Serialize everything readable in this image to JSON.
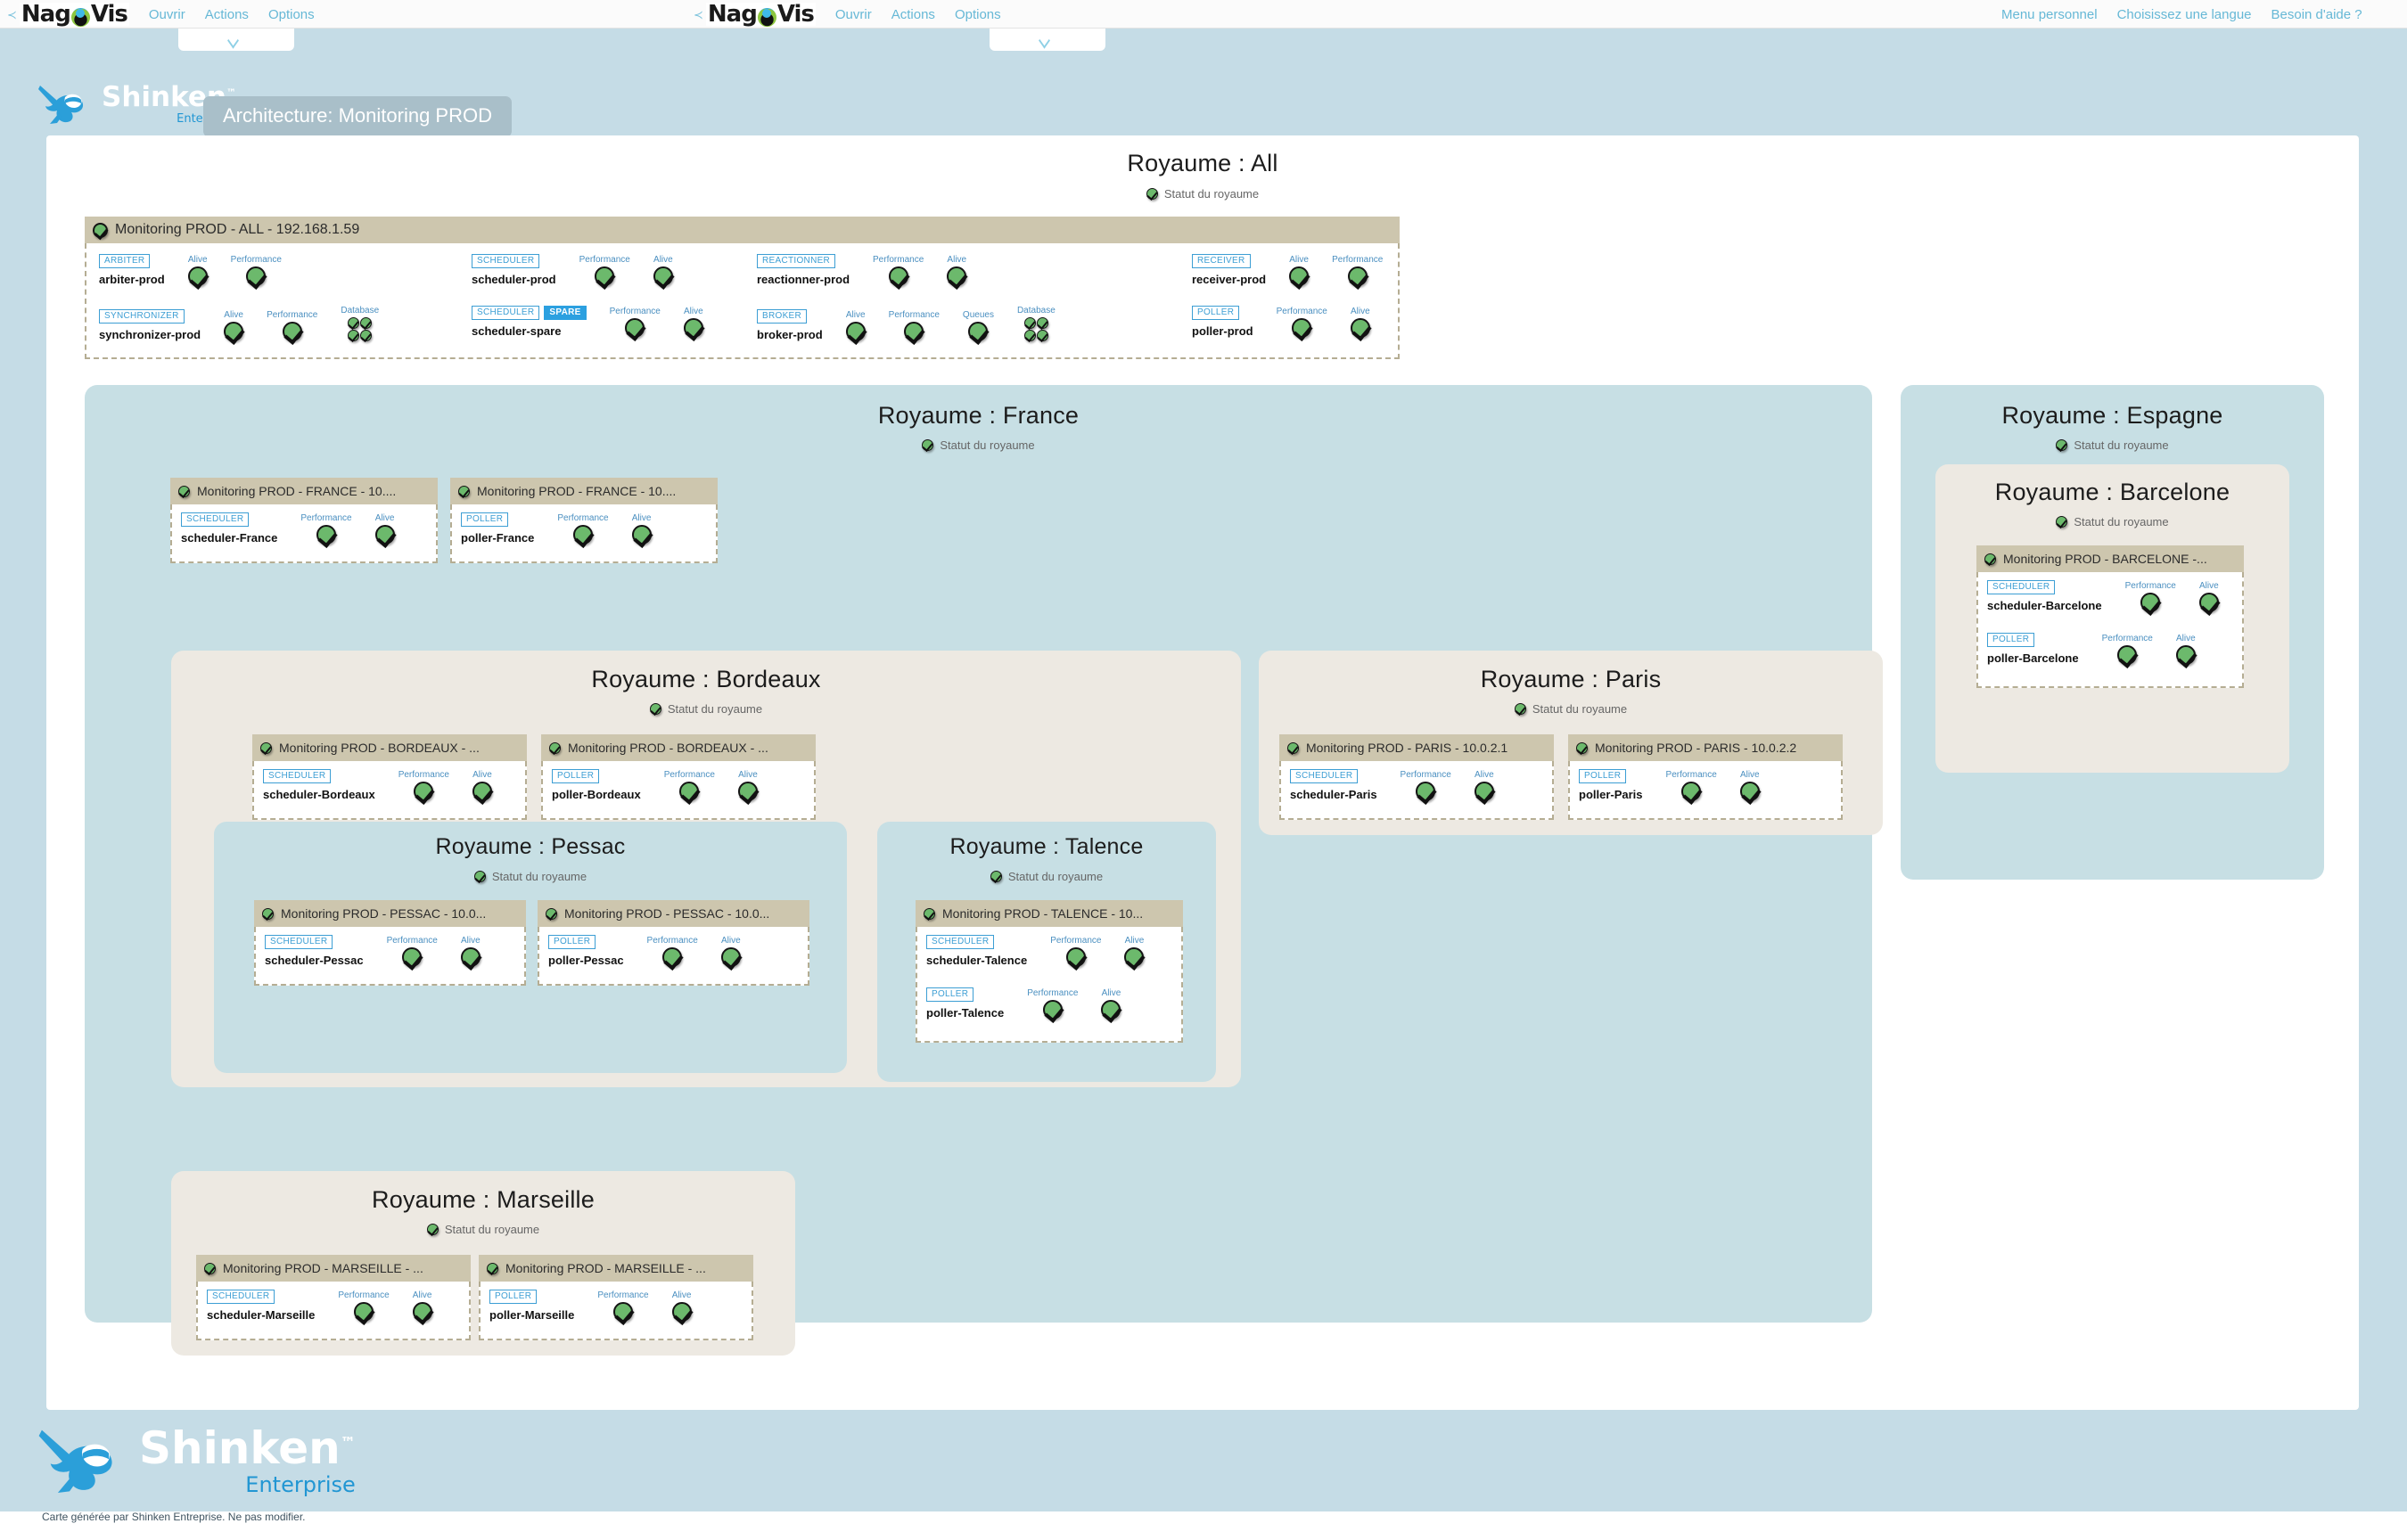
{
  "topnav": {
    "collapse_glyph": "≺",
    "logo_text_left": "Nag",
    "logo_text_right": "Vis",
    "links": [
      "Ouvrir",
      "Actions",
      "Options"
    ],
    "right_links": [
      "Menu personnel",
      "Choisissez une langue",
      "Besoin d'aide ?"
    ]
  },
  "brand": {
    "name": "Shinken",
    "tm": "™",
    "sub": "Enterprise",
    "map_title": "Architecture: Monitoring PROD"
  },
  "footer": {
    "name": "Shinken",
    "tm": "™",
    "sub": "Enterprise",
    "note": "Carte générée par Shinken Entreprise. Ne pas modifier."
  },
  "status_label": "Statut du royaume",
  "labels": {
    "alive": "Alive",
    "performance": "Performance",
    "queues": "Queues",
    "database": "Database"
  },
  "colors": {
    "panel_blue": "#c7dfe4",
    "panel_beige": "#ede9e2",
    "host_header": "#cdc6ae",
    "tag_blue": "#3c9ed4",
    "spare_blue": "#2ca0e0",
    "status_green": "#6cb96c",
    "page_bg": "#c5dce6",
    "nav_link": "#66b8d6"
  },
  "royaumes": {
    "all": {
      "title": "Royaume : All",
      "host": "Monitoring PROD - ALL - 192.168.1.59",
      "daemons": [
        {
          "tags": [
            "ARBITER"
          ],
          "name": "arbiter-prod",
          "metrics": [
            {
              "label": "Alive",
              "kind": "single"
            },
            {
              "label": "Performance",
              "kind": "single"
            }
          ]
        },
        {
          "tags": [
            "SCHEDULER"
          ],
          "name": "scheduler-prod",
          "metrics": [
            {
              "label": "Performance",
              "kind": "single"
            },
            {
              "label": "Alive",
              "kind": "single"
            }
          ]
        },
        {
          "tags": [
            "REACTIONNER"
          ],
          "name": "reactionner-prod",
          "metrics": [
            {
              "label": "Performance",
              "kind": "single"
            },
            {
              "label": "Alive",
              "kind": "single"
            }
          ]
        },
        {
          "tags": [
            "RECEIVER"
          ],
          "name": "receiver-prod",
          "metrics": [
            {
              "label": "Alive",
              "kind": "single"
            },
            {
              "label": "Performance",
              "kind": "single"
            }
          ]
        },
        {
          "tags": [
            "SYNCHRONIZER"
          ],
          "name": "synchronizer-prod",
          "metrics": [
            {
              "label": "Alive",
              "kind": "single"
            },
            {
              "label": "Performance",
              "kind": "single"
            },
            {
              "label": "Database",
              "kind": "quad"
            }
          ]
        },
        {
          "tags": [
            "SCHEDULER",
            "SPARE"
          ],
          "name": "scheduler-spare",
          "metrics": [
            {
              "label": "Performance",
              "kind": "single"
            },
            {
              "label": "Alive",
              "kind": "single"
            }
          ]
        },
        {
          "tags": [
            "BROKER"
          ],
          "name": "broker-prod",
          "metrics": [
            {
              "label": "Alive",
              "kind": "single"
            },
            {
              "label": "Performance",
              "kind": "single"
            },
            {
              "label": "Queues",
              "kind": "single"
            },
            {
              "label": "Database",
              "kind": "quad"
            }
          ]
        },
        {
          "tags": [
            "POLLER"
          ],
          "name": "poller-prod",
          "metrics": [
            {
              "label": "Performance",
              "kind": "single"
            },
            {
              "label": "Alive",
              "kind": "single"
            }
          ]
        }
      ]
    },
    "france": {
      "title": "Royaume : France",
      "hosts": [
        {
          "header": "Monitoring PROD - FRANCE - 10....",
          "daemons": [
            {
              "tags": [
                "SCHEDULER"
              ],
              "name": "scheduler-France",
              "metrics": [
                {
                  "label": "Performance"
                },
                {
                  "label": "Alive"
                }
              ]
            }
          ]
        },
        {
          "header": "Monitoring PROD - FRANCE - 10....",
          "daemons": [
            {
              "tags": [
                "POLLER"
              ],
              "name": "poller-France",
              "metrics": [
                {
                  "label": "Performance"
                },
                {
                  "label": "Alive"
                }
              ]
            }
          ]
        }
      ]
    },
    "bordeaux": {
      "title": "Royaume : Bordeaux",
      "hosts": [
        {
          "header": "Monitoring PROD - BORDEAUX - ...",
          "daemons": [
            {
              "tags": [
                "SCHEDULER"
              ],
              "name": "scheduler-Bordeaux",
              "metrics": [
                {
                  "label": "Performance"
                },
                {
                  "label": "Alive"
                }
              ]
            }
          ]
        },
        {
          "header": "Monitoring PROD - BORDEAUX - ...",
          "daemons": [
            {
              "tags": [
                "POLLER"
              ],
              "name": "poller-Bordeaux",
              "metrics": [
                {
                  "label": "Performance"
                },
                {
                  "label": "Alive"
                }
              ]
            }
          ]
        }
      ]
    },
    "pessac": {
      "title": "Royaume : Pessac",
      "hosts": [
        {
          "header": "Monitoring PROD - PESSAC - 10.0...",
          "daemons": [
            {
              "tags": [
                "SCHEDULER"
              ],
              "name": "scheduler-Pessac",
              "metrics": [
                {
                  "label": "Performance"
                },
                {
                  "label": "Alive"
                }
              ]
            }
          ]
        },
        {
          "header": "Monitoring PROD - PESSAC - 10.0...",
          "daemons": [
            {
              "tags": [
                "POLLER"
              ],
              "name": "poller-Pessac",
              "metrics": [
                {
                  "label": "Performance"
                },
                {
                  "label": "Alive"
                }
              ]
            }
          ]
        }
      ]
    },
    "talence": {
      "title": "Royaume : Talence",
      "hosts": [
        {
          "header": "Monitoring PROD - TALENCE - 10...",
          "daemons": [
            {
              "tags": [
                "SCHEDULER"
              ],
              "name": "scheduler-Talence",
              "metrics": [
                {
                  "label": "Performance"
                },
                {
                  "label": "Alive"
                }
              ]
            },
            {
              "tags": [
                "POLLER"
              ],
              "name": "poller-Talence",
              "metrics": [
                {
                  "label": "Performance"
                },
                {
                  "label": "Alive"
                }
              ]
            }
          ]
        }
      ]
    },
    "paris": {
      "title": "Royaume : Paris",
      "hosts": [
        {
          "header": "Monitoring PROD - PARIS - 10.0.2.1",
          "daemons": [
            {
              "tags": [
                "SCHEDULER"
              ],
              "name": "scheduler-Paris",
              "metrics": [
                {
                  "label": "Performance"
                },
                {
                  "label": "Alive"
                }
              ]
            }
          ]
        },
        {
          "header": "Monitoring PROD - PARIS - 10.0.2.2",
          "daemons": [
            {
              "tags": [
                "POLLER"
              ],
              "name": "poller-Paris",
              "metrics": [
                {
                  "label": "Performance"
                },
                {
                  "label": "Alive"
                }
              ]
            }
          ]
        }
      ]
    },
    "marseille": {
      "title": "Royaume : Marseille",
      "hosts": [
        {
          "header": "Monitoring PROD - MARSEILLE - ...",
          "daemons": [
            {
              "tags": [
                "SCHEDULER"
              ],
              "name": "scheduler-Marseille",
              "metrics": [
                {
                  "label": "Performance"
                },
                {
                  "label": "Alive"
                }
              ]
            }
          ]
        },
        {
          "header": "Monitoring PROD - MARSEILLE - ...",
          "daemons": [
            {
              "tags": [
                "POLLER"
              ],
              "name": "poller-Marseille",
              "metrics": [
                {
                  "label": "Performance"
                },
                {
                  "label": "Alive"
                }
              ]
            }
          ]
        }
      ]
    },
    "espagne": {
      "title": "Royaume : Espagne"
    },
    "barcelone": {
      "title": "Royaume : Barcelone",
      "hosts": [
        {
          "header": "Monitoring PROD - BARCELONE -...",
          "daemons": [
            {
              "tags": [
                "SCHEDULER"
              ],
              "name": "scheduler-Barcelone",
              "metrics": [
                {
                  "label": "Performance"
                },
                {
                  "label": "Alive"
                }
              ]
            },
            {
              "tags": [
                "POLLER"
              ],
              "name": "poller-Barcelone",
              "metrics": [
                {
                  "label": "Performance"
                },
                {
                  "label": "Alive"
                }
              ]
            }
          ]
        }
      ]
    }
  }
}
